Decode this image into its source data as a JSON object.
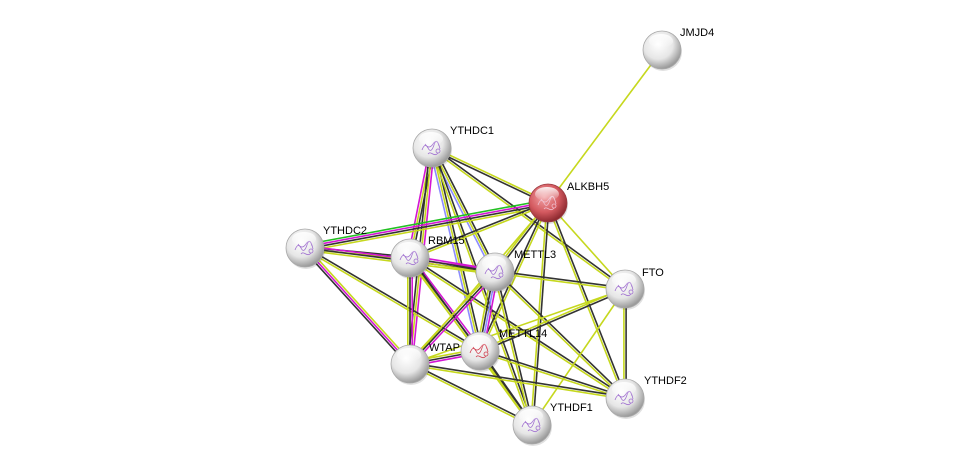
{
  "network": {
    "evidence_colors": {
      "textmining": "#c6d81e",
      "coexpression": "#333333",
      "experiments": "#d316d3",
      "database": "#8c8cff",
      "neighborhood": "#22c022"
    },
    "query_node_color": "#d9535a",
    "nodes": [
      {
        "id": "JMJD4",
        "query": false,
        "structure": false
      },
      {
        "id": "YTHDC1",
        "query": false,
        "structure": true
      },
      {
        "id": "ALKBH5",
        "query": true,
        "structure": true
      },
      {
        "id": "YTHDC2",
        "query": false,
        "structure": true
      },
      {
        "id": "RBM15",
        "query": false,
        "structure": true
      },
      {
        "id": "METTL3",
        "query": false,
        "structure": true
      },
      {
        "id": "FTO",
        "query": false,
        "structure": true
      },
      {
        "id": "METTL14",
        "query": false,
        "structure": true
      },
      {
        "id": "WTAP",
        "query": false,
        "structure": false
      },
      {
        "id": "YTHDF2",
        "query": false,
        "structure": true
      },
      {
        "id": "YTHDF1",
        "query": false,
        "structure": true
      }
    ],
    "edges": [
      [
        "ALKBH5",
        "JMJD4",
        [
          "textmining"
        ]
      ],
      [
        "YTHDC1",
        "ALKBH5",
        [
          "textmining",
          "coexpression"
        ]
      ],
      [
        "YTHDC1",
        "RBM15",
        [
          "coexpression",
          "textmining",
          "experiments"
        ]
      ],
      [
        "YTHDC1",
        "WTAP",
        [
          "experiments",
          "textmining",
          "coexpression"
        ]
      ],
      [
        "YTHDC1",
        "METTL3",
        [
          "coexpression",
          "textmining",
          "database"
        ]
      ],
      [
        "YTHDC1",
        "METTL14",
        [
          "coexpression",
          "textmining",
          "database"
        ]
      ],
      [
        "YTHDC1",
        "YTHDF1",
        [
          "coexpression",
          "textmining"
        ]
      ],
      [
        "YTHDC1",
        "FTO",
        [
          "coexpression",
          "textmining"
        ]
      ],
      [
        "YTHDC2",
        "ALKBH5",
        [
          "neighborhood",
          "experiments",
          "coexpression",
          "textmining"
        ]
      ],
      [
        "YTHDC2",
        "RBM15",
        [
          "coexpression",
          "textmining"
        ]
      ],
      [
        "YTHDC2",
        "METTL3",
        [
          "experiments",
          "coexpression",
          "textmining"
        ]
      ],
      [
        "YTHDC2",
        "WTAP",
        [
          "textmining",
          "experiments",
          "coexpression"
        ]
      ],
      [
        "YTHDC2",
        "METTL14",
        [
          "coexpression",
          "textmining"
        ]
      ],
      [
        "RBM15",
        "ALKBH5",
        [
          "coexpression",
          "textmining"
        ]
      ],
      [
        "RBM15",
        "METTL3",
        [
          "experiments",
          "coexpression",
          "textmining"
        ]
      ],
      [
        "RBM15",
        "WTAP",
        [
          "experiments",
          "coexpression",
          "textmining"
        ]
      ],
      [
        "RBM15",
        "METTL14",
        [
          "experiments",
          "coexpression",
          "textmining"
        ]
      ],
      [
        "RBM15",
        "YTHDF1",
        [
          "coexpression",
          "textmining"
        ]
      ],
      [
        "RBM15",
        "YTHDF2",
        [
          "coexpression",
          "textmining"
        ]
      ],
      [
        "ALKBH5",
        "METTL3",
        [
          "coexpression",
          "textmining"
        ]
      ],
      [
        "ALKBH5",
        "METTL14",
        [
          "textmining",
          "coexpression"
        ]
      ],
      [
        "ALKBH5",
        "FTO",
        [
          "textmining"
        ]
      ],
      [
        "ALKBH5",
        "YTHDF1",
        [
          "coexpression",
          "textmining"
        ]
      ],
      [
        "ALKBH5",
        "YTHDF2",
        [
          "coexpression",
          "textmining"
        ]
      ],
      [
        "ALKBH5",
        "WTAP",
        [
          "textmining"
        ]
      ],
      [
        "METTL3",
        "FTO",
        [
          "coexpression",
          "textmining"
        ]
      ],
      [
        "METTL3",
        "METTL14",
        [
          "experiments",
          "database",
          "coexpression",
          "textmining"
        ]
      ],
      [
        "METTL3",
        "WTAP",
        [
          "experiments",
          "coexpression",
          "textmining"
        ]
      ],
      [
        "METTL3",
        "YTHDF1",
        [
          "coexpression",
          "textmining"
        ]
      ],
      [
        "METTL3",
        "YTHDF2",
        [
          "coexpression",
          "textmining"
        ]
      ],
      [
        "FTO",
        "METTL14",
        [
          "coexpression",
          "textmining"
        ]
      ],
      [
        "FTO",
        "WTAP",
        [
          "textmining"
        ]
      ],
      [
        "FTO",
        "YTHDF2",
        [
          "coexpression",
          "textmining"
        ]
      ],
      [
        "FTO",
        "YTHDF1",
        [
          "textmining"
        ]
      ],
      [
        "METTL14",
        "WTAP",
        [
          "experiments",
          "coexpression",
          "textmining"
        ]
      ],
      [
        "METTL14",
        "YTHDF1",
        [
          "coexpression",
          "textmining"
        ]
      ],
      [
        "METTL14",
        "YTHDF2",
        [
          "coexpression",
          "textmining"
        ]
      ],
      [
        "WTAP",
        "YTHDF1",
        [
          "coexpression",
          "textmining"
        ]
      ],
      [
        "WTAP",
        "YTHDF2",
        [
          "coexpression",
          "textmining"
        ]
      ]
    ]
  }
}
